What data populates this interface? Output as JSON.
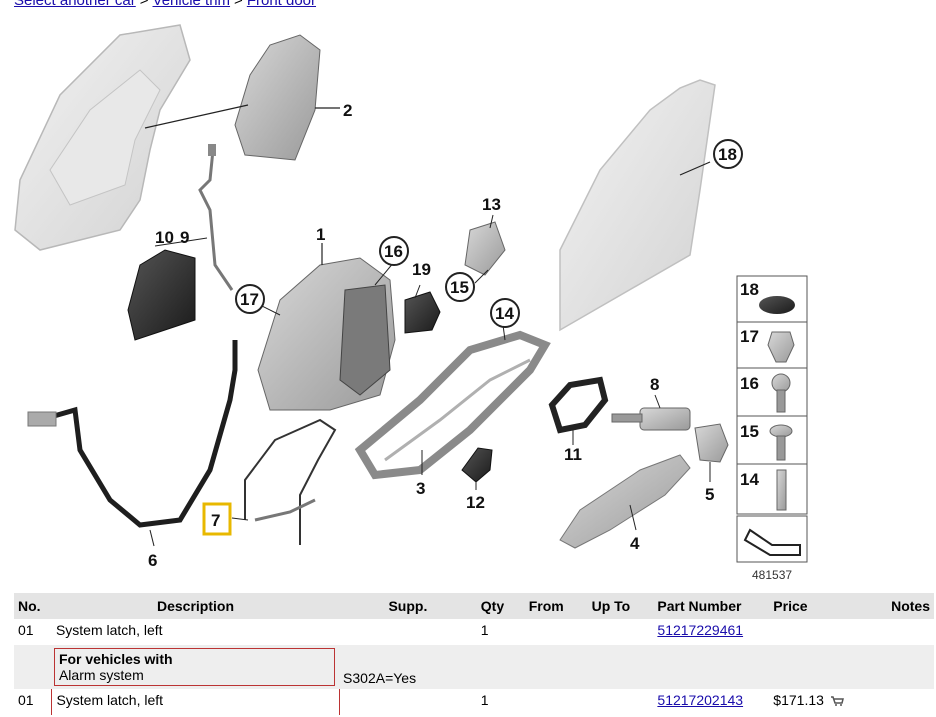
{
  "breadcrumb": {
    "items": [
      {
        "label": "Select another car",
        "link": true
      },
      {
        "label": "Vehicle trim",
        "link": true
      },
      {
        "label": "Front door",
        "link": true
      }
    ],
    "separator": ">"
  },
  "diagram": {
    "callouts": [
      "1",
      "2",
      "3",
      "4",
      "5",
      "6",
      "7",
      "8",
      "9",
      "10",
      "11",
      "12",
      "13",
      "14",
      "15",
      "16",
      "17",
      "18",
      "19"
    ],
    "legend": [
      "18",
      "17",
      "16",
      "15",
      "14"
    ],
    "reference_id": "481537",
    "highlight_color": "#e8b800"
  },
  "table": {
    "headers": [
      "No.",
      "Description",
      "Supp.",
      "Qty",
      "From",
      "Up To",
      "Part Number",
      "Price",
      "Notes"
    ],
    "rows": [
      {
        "no": "01",
        "desc": "System latch, left",
        "supp": "",
        "qty": "1",
        "from": "",
        "upto": "",
        "pn": "51217229461",
        "price": "",
        "notes": ""
      },
      {
        "note_title": "For vehicles with",
        "note_body": "Alarm system",
        "supp": "S302A=Yes"
      },
      {
        "no": "01",
        "desc": "System latch, left",
        "supp": "",
        "qty": "1",
        "from": "",
        "upto": "",
        "pn": "51217202143",
        "price": "$171.13",
        "notes": ""
      }
    ]
  }
}
